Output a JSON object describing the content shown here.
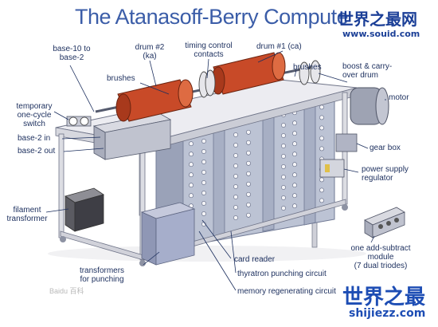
{
  "title": "The Atanasoff-Berry Compute",
  "labels": {
    "base_conversion": [
      "base-10 to",
      "base-2"
    ],
    "drum2": [
      "drum #2",
      "(ka)"
    ],
    "timing": [
      "timing control",
      "contacts"
    ],
    "drum1": "drum #1 (ca)",
    "brushes_left": "brushes",
    "brushes_right": "brushes",
    "boost": [
      "boost & carry-",
      "over drum"
    ],
    "motor": "motor",
    "temp_switch": [
      "temporary",
      "one-cycle",
      "switch"
    ],
    "base2_in": "base-2 in",
    "base2_out": "base-2 out",
    "gear_box": "gear box",
    "power_supply": [
      "power supply",
      "regulator"
    ],
    "filament": [
      "filament",
      "transformer"
    ],
    "add_subtract": [
      "one add-subtract",
      "module",
      "(7 dual triodes)"
    ],
    "card_reader": "card reader",
    "transformers_punching": [
      "transformers",
      "for punching"
    ],
    "thyratron": "thyratron punching circuit",
    "memory": "memory regenerating circuit"
  },
  "watermarks": {
    "top_cn": "世界之最网",
    "top_url": "www.souid.com",
    "bottom_cn": "世界之最",
    "bottom_url": "shijiezz.com",
    "baidu": "Baidu 百科"
  },
  "colors": {
    "title": "#3b5da8",
    "label": "#1c2f5e",
    "drum": "#c84a28",
    "frame": "#e9e9ee",
    "panel": "#b8bfd0",
    "watermark": "#1d4db4"
  }
}
